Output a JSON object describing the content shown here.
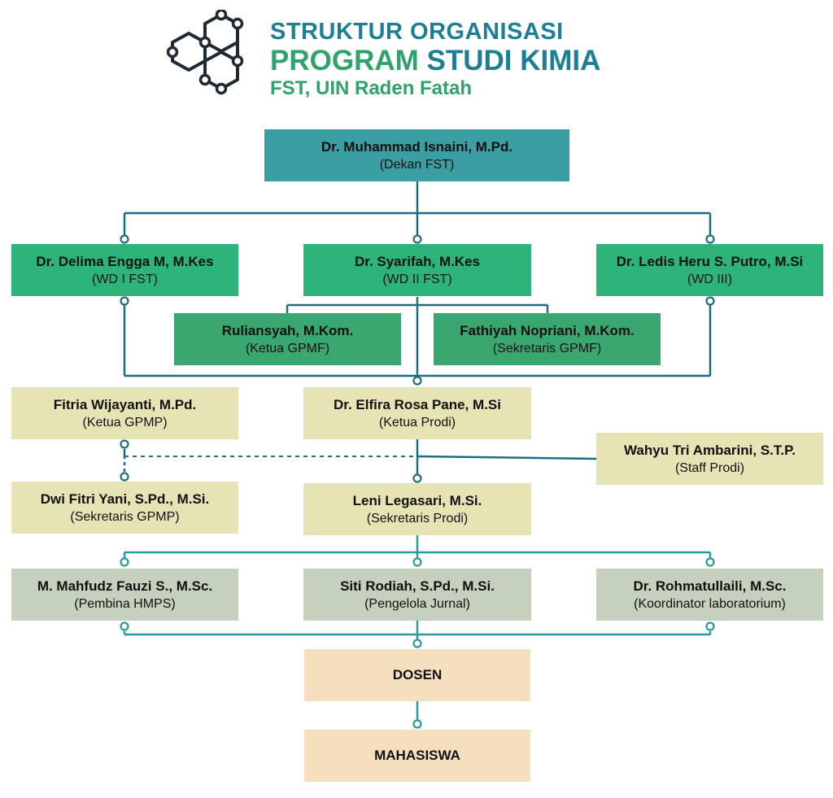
{
  "header": {
    "line1": "STRUKTUR ORGANISASI",
    "line2_part1": "PROGRAM",
    "line2_part2": "STUDI KIMIA",
    "line3": "FST, UIN Raden Fatah",
    "logo_icon": "hexagon-molecule-icon"
  },
  "colors": {
    "line_dark": "#1c6e86",
    "line_teal": "#2a9a9c",
    "title_blue": "#1d7f96",
    "title_green": "#2fa46a"
  },
  "nodes": {
    "dekan": {
      "name": "Dr. Muhammad Isnaini, M.Pd.",
      "role": "(Dekan FST)"
    },
    "wd1": {
      "name": "Dr. Delima Engga M, M.Kes",
      "role": "(WD I FST)"
    },
    "wd2": {
      "name": "Dr. Syarifah, M.Kes",
      "role": "(WD II FST)"
    },
    "wd3": {
      "name": "Dr. Ledis Heru S. Putro, M.Si",
      "role": "(WD III)"
    },
    "ketua_gpmf": {
      "name": "Ruliansyah, M.Kom.",
      "role": "(Ketua GPMF)"
    },
    "sekretaris_gpmf": {
      "name": "Fathiyah Nopriani, M.Kom.",
      "role": "(Sekretaris GPMF)"
    },
    "ketua_gpmp": {
      "name": "Fitria Wijayanti, M.Pd.",
      "role": "(Ketua GPMP)"
    },
    "ketua_prodi": {
      "name": "Dr. Elfira Rosa Pane, M.Si",
      "role": "(Ketua Prodi)"
    },
    "staff_prodi": {
      "name": "Wahyu Tri Ambarini, S.T.P.",
      "role": "(Staff Prodi)"
    },
    "sekretaris_gpmp": {
      "name": "Dwi Fitri Yani, S.Pd., M.Si.",
      "role": "(Sekretaris GPMP)"
    },
    "sekretaris_prodi": {
      "name": "Leni Legasari, M.Si.",
      "role": "(Sekretaris Prodi)"
    },
    "pembina_hmps": {
      "name": "M. Mahfudz Fauzi S., M.Sc.",
      "role": "(Pembina HMPS)"
    },
    "pengelola_jurnal": {
      "name": "Siti Rodiah, S.Pd., M.Si.",
      "role": "(Pengelola Jurnal)"
    },
    "koordinator_lab": {
      "name": "Dr. Rohmatullaili, M.Sc.",
      "role": "(Koordinator laboratorium)"
    },
    "dosen": {
      "name": "DOSEN"
    },
    "mahasiswa": {
      "name": "MAHASISWA"
    }
  }
}
